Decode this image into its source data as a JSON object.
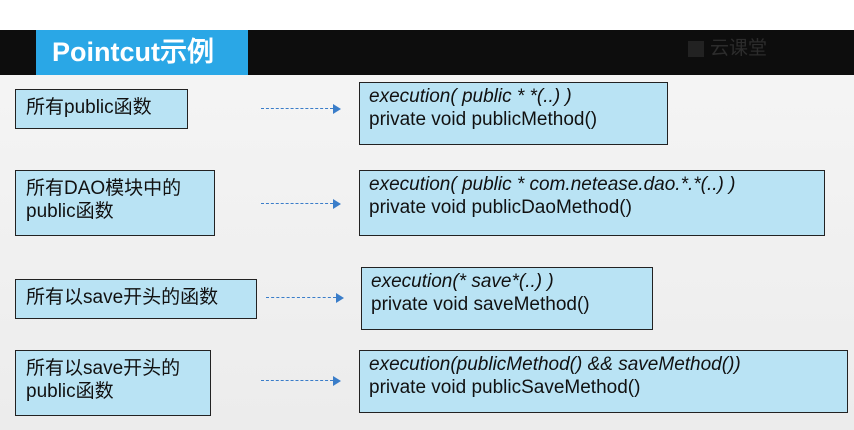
{
  "title": "Pointcut示例",
  "watermark": "云课堂",
  "rows": [
    {
      "left": [
        "所有public函数"
      ],
      "expression": "execution( public * *(..) )",
      "method": "private void publicMethod()"
    },
    {
      "left": [
        "所有DAO模块中的",
        "public函数"
      ],
      "expression": "execution( public * com.netease.dao.*.*(..) )",
      "method": "private void publicDaoMethod()"
    },
    {
      "left": [
        "所有以save开头的函数"
      ],
      "expression": "execution(* save*(..) )",
      "method": "private void saveMethod()"
    },
    {
      "left": [
        "所有以save开头的",
        "public函数"
      ],
      "expression": "execution(publicMethod() && saveMethod())",
      "method": "private void publicSaveMethod()"
    }
  ],
  "colors": {
    "title_bg": "#2aa7e6",
    "header_bar": "#0d0d0d",
    "box_fill": "#b9e3f4",
    "arrow": "#3a7dc9"
  },
  "icons": [
    "dashed-arrow-icon",
    "logo-square-icon"
  ]
}
